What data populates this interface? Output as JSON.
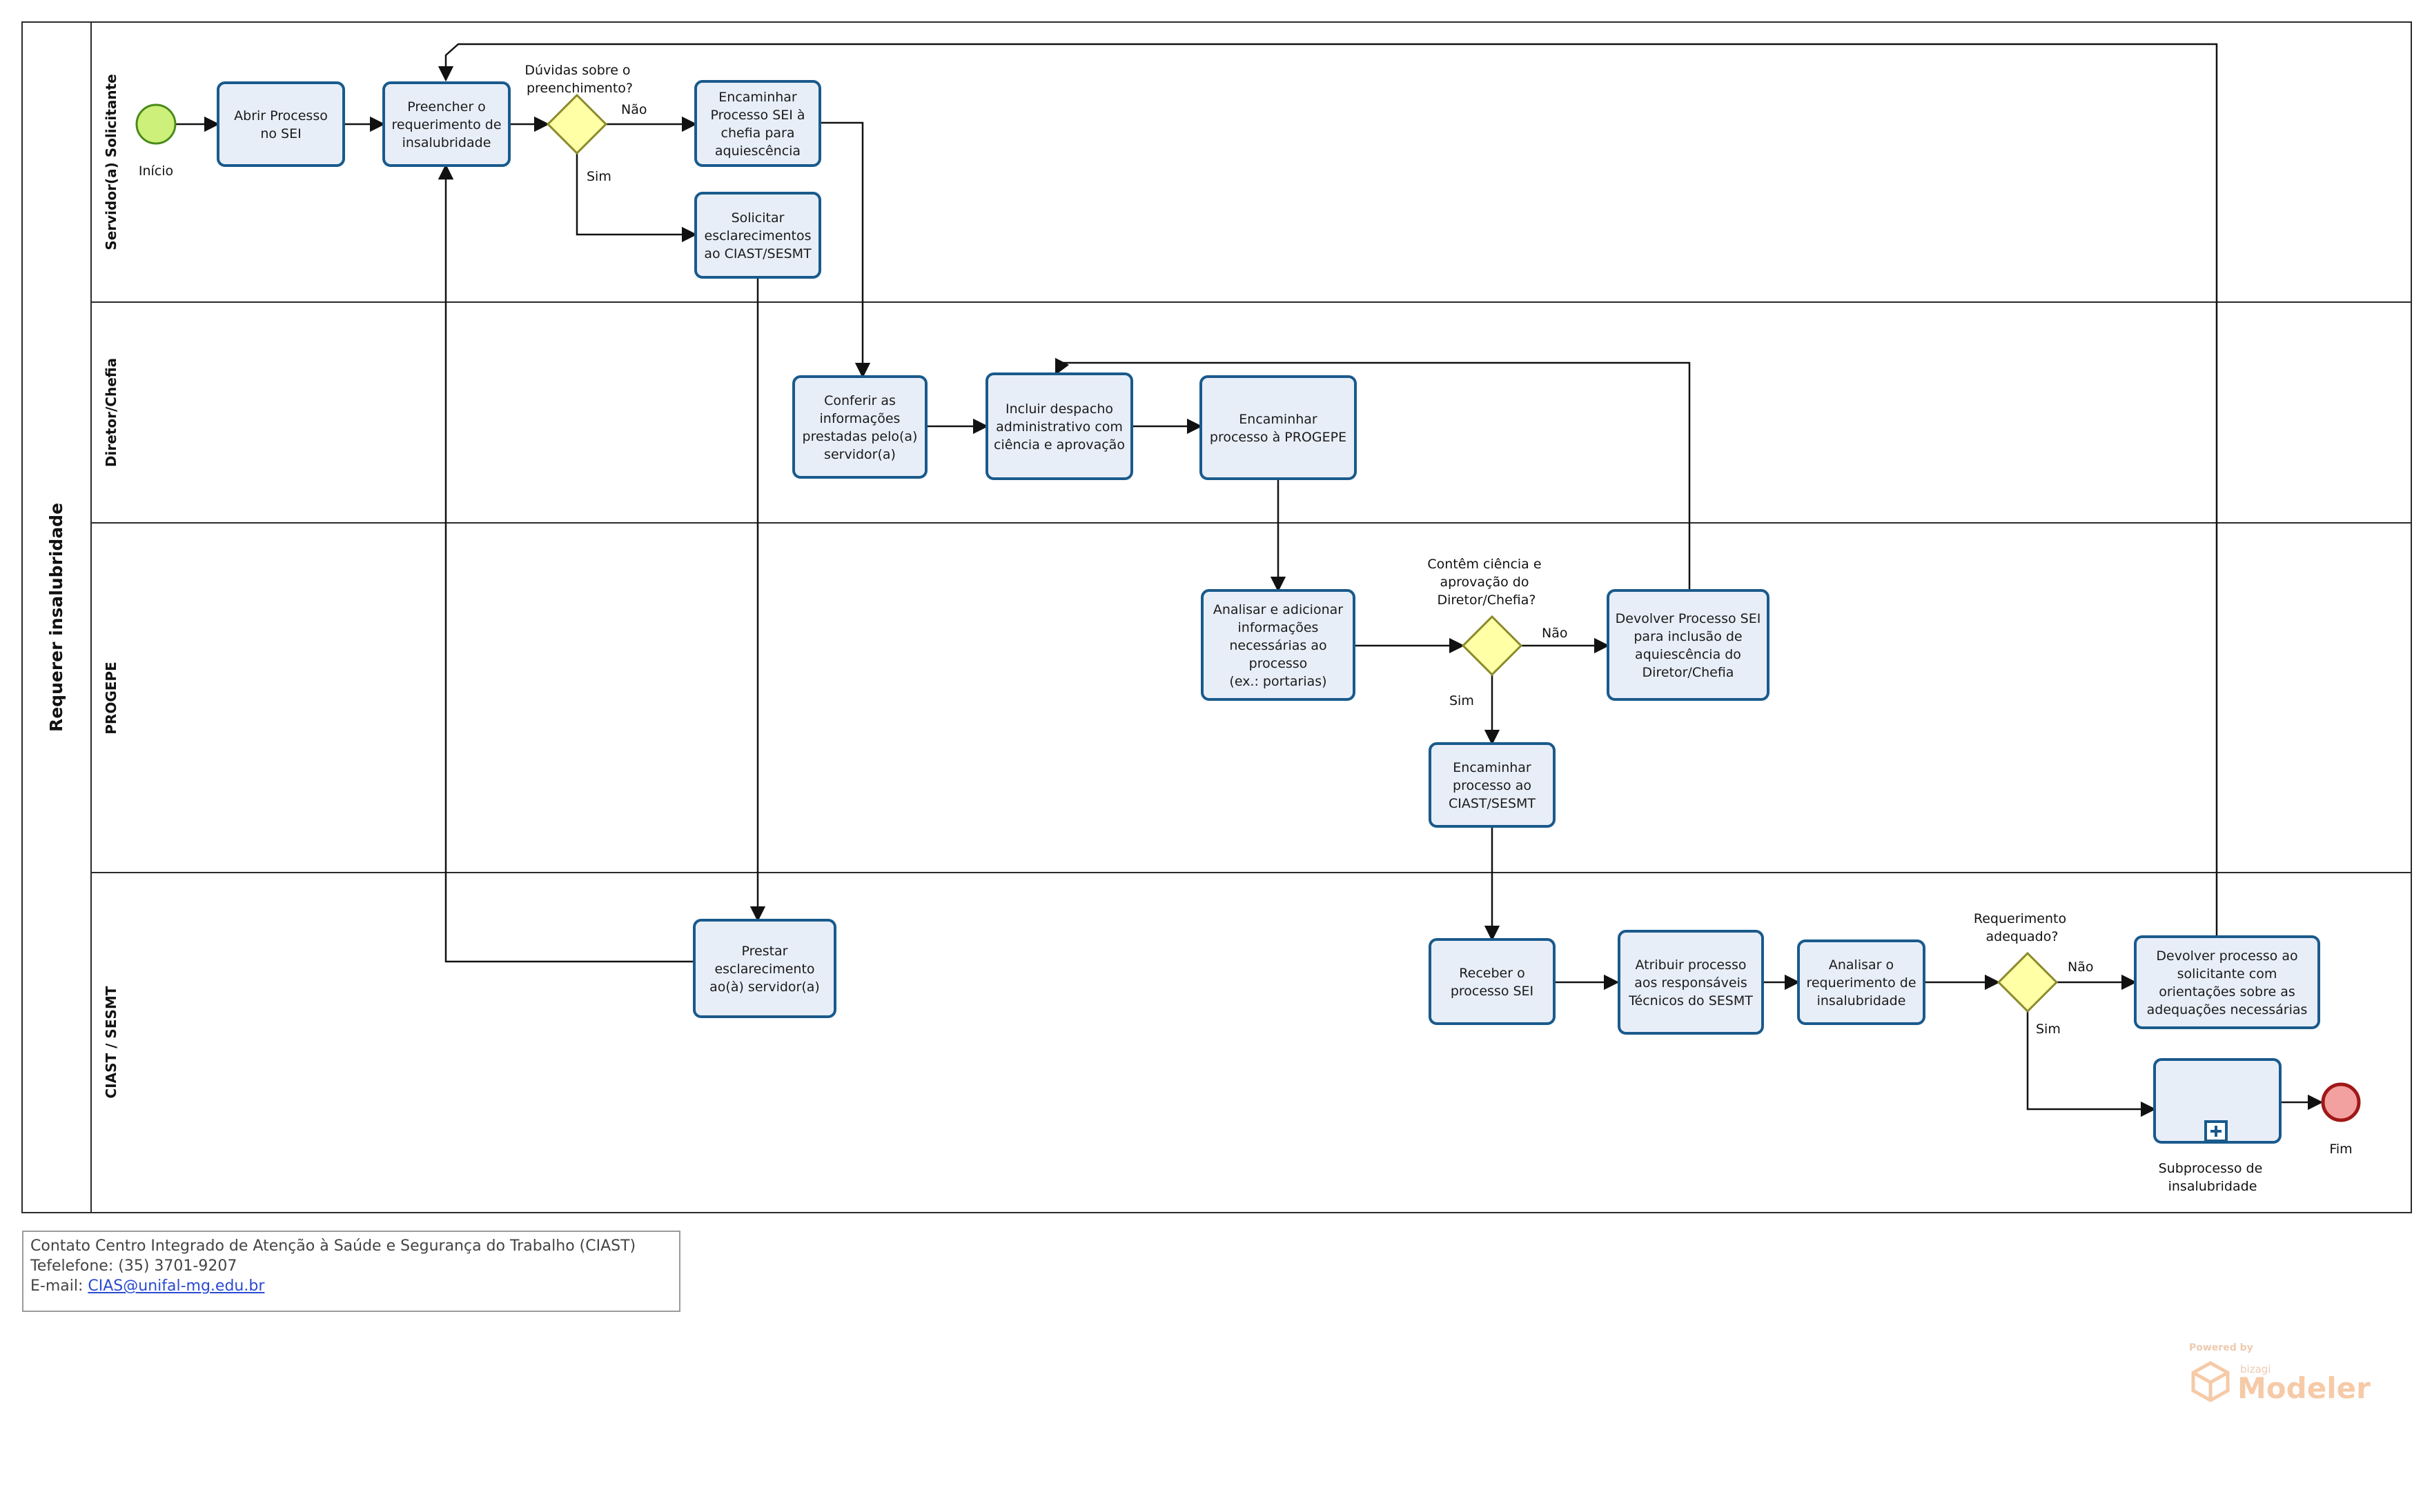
{
  "pool": {
    "title": "Requerer insalubridade"
  },
  "lanes": [
    {
      "id": "solicitante",
      "title": "Servidor(a) Solicitante"
    },
    {
      "id": "diretor",
      "title": "Diretor/Chefia"
    },
    {
      "id": "progepe",
      "title": "PROGEPE"
    },
    {
      "id": "ciast",
      "title": "CIAST / SESMT"
    }
  ],
  "events": {
    "start": "Início",
    "end": "Fim"
  },
  "tasks": {
    "abrir": [
      "Abrir Processo",
      "no SEI"
    ],
    "preencher": [
      "Preencher o",
      "requerimento de",
      "insalubridade"
    ],
    "encaminhar_chefia": [
      "Encaminhar",
      "Processo SEI à",
      "chefia para",
      "aquiescência"
    ],
    "solicitar": [
      "Solicitar",
      "esclarecimentos",
      "ao CIAST/SESMT"
    ],
    "conferir": [
      "Conferir as",
      "informações",
      "prestadas pelo(a)",
      "servidor(a)"
    ],
    "incluir": [
      "Incluir despacho",
      "administrativo com",
      "ciência e aprovação"
    ],
    "enc_progepe": [
      "Encaminhar",
      "processo à PROGEPE"
    ],
    "analisar": [
      "Analisar e adicionar",
      "informações",
      "necessárias ao",
      "processo",
      "(ex.: portarias)"
    ],
    "devolver_dir": [
      "Devolver Processo SEI",
      "para inclusão de",
      "aquiescência do",
      "Diretor/Chefia"
    ],
    "enc_ciast": [
      "Encaminhar",
      "processo ao",
      "CIAST/SESMT"
    ],
    "prestar": [
      "Prestar",
      "esclarecimento",
      "ao(à) servidor(a)"
    ],
    "receber": [
      "Receber o",
      "processo SEI"
    ],
    "atribuir": [
      "Atribuir processo",
      "aos responsáveis",
      "Técnicos do SESMT"
    ],
    "analisar_req": [
      "Analisar o",
      "requerimento de",
      "insalubridade"
    ],
    "devolver_sol": [
      "Devolver processo ao",
      "solicitante com",
      "orientações sobre as",
      "adequações necessárias"
    ]
  },
  "subprocess": {
    "label": [
      "Subprocesso de",
      "insalubridade"
    ]
  },
  "gateways": {
    "duvidas": [
      "Dúvidas sobre o",
      "preenchimento?"
    ],
    "contem": [
      "Contêm ciência e",
      "aprovação do",
      "Diretor/Chefia?"
    ],
    "adequado": [
      "Requerimento",
      "adequado?"
    ]
  },
  "flow_labels": {
    "yes": "Sim",
    "no": "Não"
  },
  "contact": {
    "line1": "Contato Centro Integrado de Atenção à Saúde e Segurança do Trabalho (CIAST)",
    "line2": "Tefelefone: (35) 3701-9207",
    "email_prefix": "E-mail: ",
    "email": "CIAS@unifal-mg.edu.br"
  },
  "watermark": {
    "powered": "Powered by",
    "brand_small": "bizagi",
    "brand": "Modeler"
  },
  "colors": {
    "task_fill": "#e8eef8",
    "task_stroke": "#1a5a8c",
    "gateway_fill": "#ffffa6",
    "start_fill": "#ccf07a",
    "end_fill": "#f3a0a0"
  }
}
